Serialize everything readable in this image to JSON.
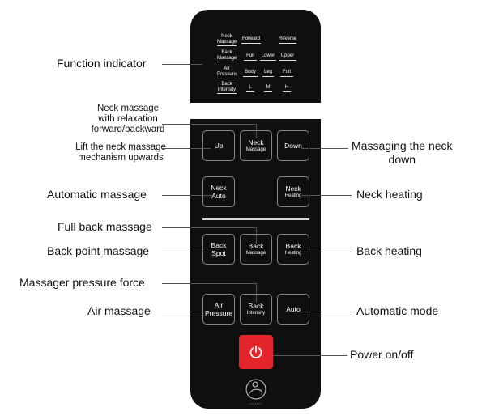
{
  "indicator": {
    "row1": [
      "Neck Massage",
      "Forward",
      "Reverse"
    ],
    "row2": [
      "Back Massage",
      "Full",
      "Lower",
      "Upper"
    ],
    "row3": [
      "Air Pressure",
      "Body",
      "Leg",
      "Full"
    ],
    "row4": [
      "Back Intensity",
      "L",
      "M",
      "H"
    ]
  },
  "buttons": {
    "up": {
      "main": "Up"
    },
    "neck_massage": {
      "main": "Neck",
      "sub": "Massage"
    },
    "down": {
      "main": "Down"
    },
    "neck_auto": {
      "main": "Neck",
      "main2": "Auto"
    },
    "neck_heating": {
      "main": "Neck",
      "sub": "Heating"
    },
    "back_spot": {
      "main": "Back",
      "main2": "Spot"
    },
    "back_massage": {
      "main": "Back",
      "sub": "Massage"
    },
    "back_heating": {
      "main": "Back",
      "sub": "Heating"
    },
    "air_pressure": {
      "main": "Air",
      "main2": "Pressure"
    },
    "back_intensity": {
      "main": "Back",
      "sub": "Intensity"
    },
    "auto": {
      "main": "Auto"
    }
  },
  "labels": {
    "function_indicator": "Function indicator",
    "neck_relax_1": "Neck massage",
    "neck_relax_2": "with relaxation",
    "neck_relax_3": "forward/backward",
    "lift_1": "Lift the neck massage",
    "lift_2": "mechanism upwards",
    "massaging_neck_1": "Massaging the neck",
    "massaging_neck_2": "down",
    "automatic_massage": "Automatic massage",
    "neck_heating": "Neck heating",
    "full_back_massage": "Full back massage",
    "back_point_massage": "Back point massage",
    "back_heating": "Back heating",
    "massager_pressure": "Massager pressure force",
    "air_massage": "Air massage",
    "automatic_mode": "Automatic mode",
    "power": "Power on/off"
  },
  "colors": {
    "panel": "#0f0f0f",
    "power": "#e3242b"
  }
}
